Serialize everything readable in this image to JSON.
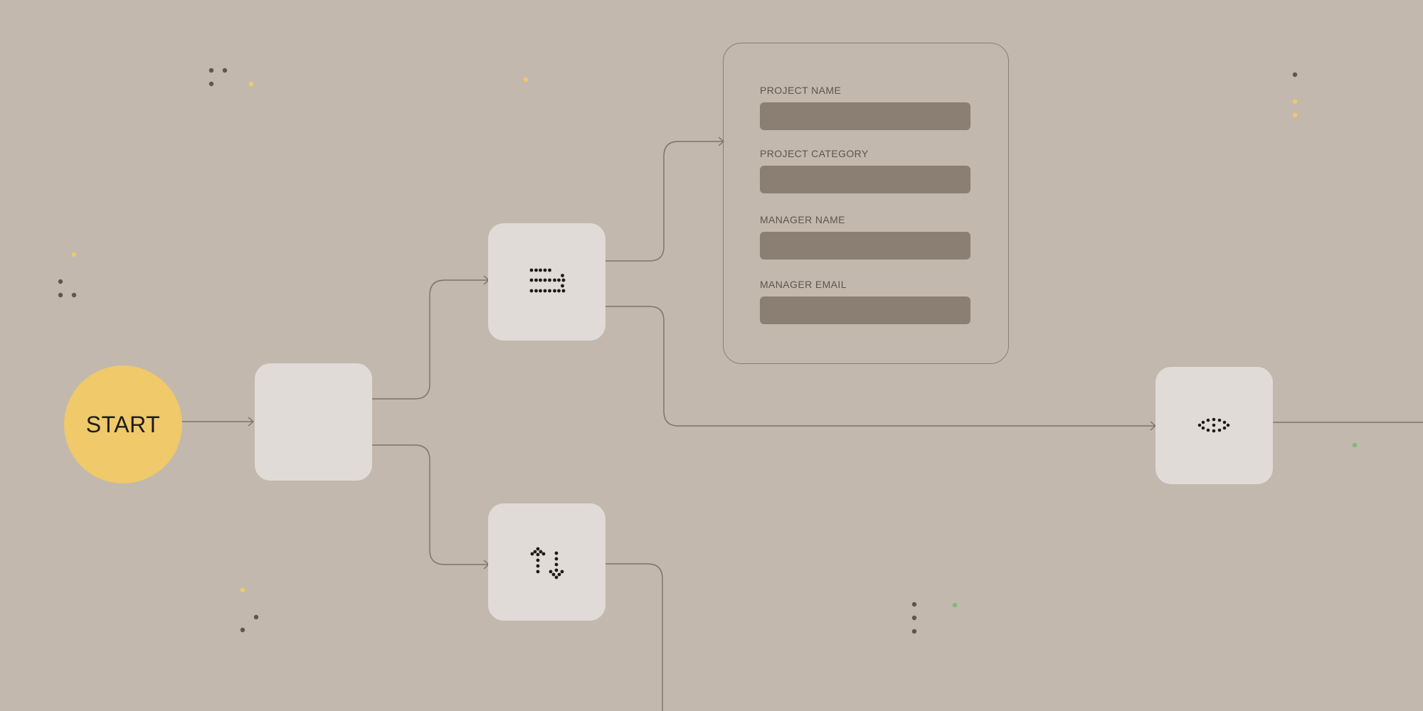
{
  "start": {
    "label": "START",
    "color": "#efc96a"
  },
  "nodes": [
    {
      "id": "blank",
      "icon": ""
    },
    {
      "id": "list",
      "icon": "dotted-list-icon"
    },
    {
      "id": "transfer",
      "icon": "up-down-arrows-icon"
    },
    {
      "id": "view",
      "icon": "eye-icon"
    }
  ],
  "form": {
    "fields": [
      {
        "label": "PROJECT NAME",
        "value": ""
      },
      {
        "label": "PROJECT CATEGORY",
        "value": ""
      },
      {
        "label": "MANAGER NAME",
        "value": ""
      },
      {
        "label": "MANAGER EMAIL",
        "value": ""
      }
    ]
  },
  "colors": {
    "background": "#c2b8ad",
    "node": "#e0dbd7",
    "input": "#8b7e72",
    "connector": "#7d726a",
    "dot_dark": "#5e5650",
    "dot_yellow": "#efc96a",
    "dot_green": "#7fb87a"
  }
}
